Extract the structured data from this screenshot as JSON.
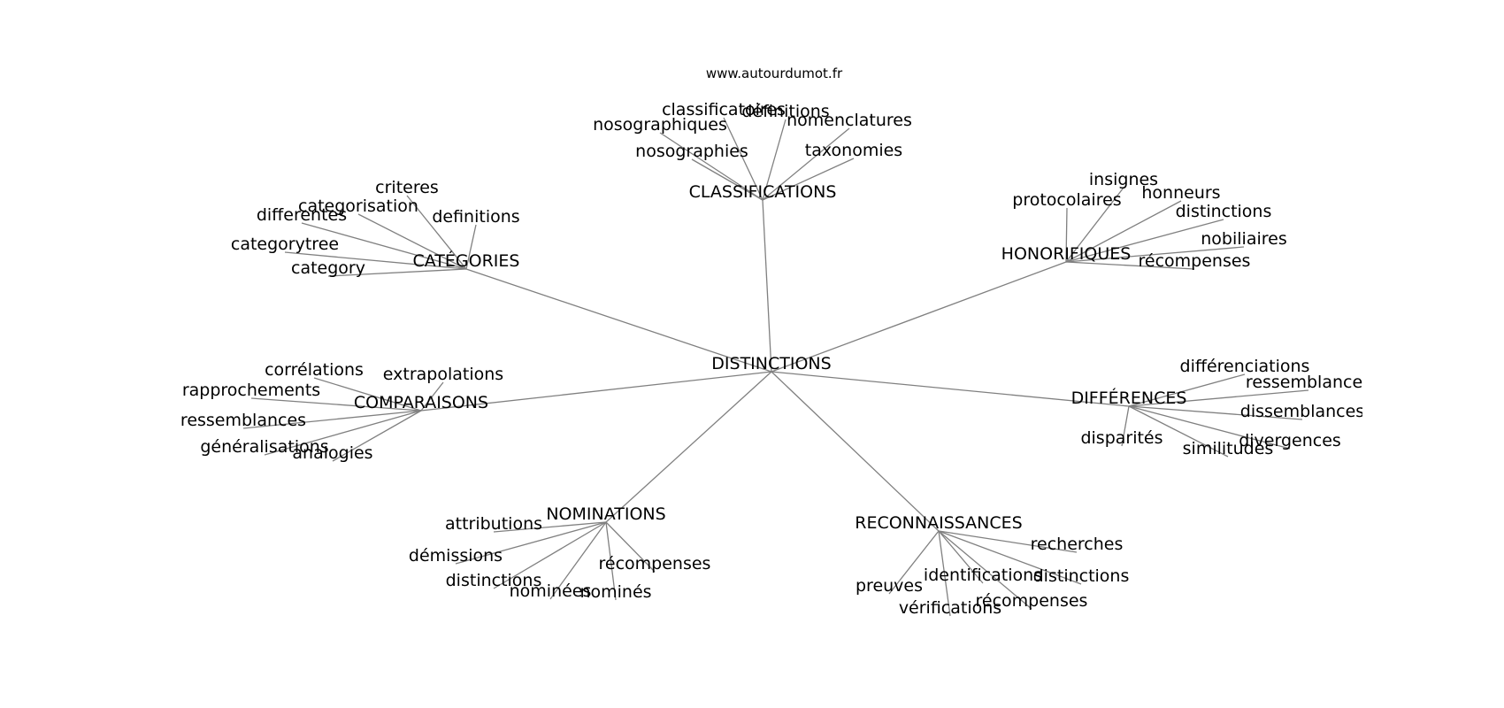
{
  "source": "www.autourdumot.fr",
  "colors": {
    "edge": "#808080",
    "text": "#000000",
    "background": "#ffffff"
  },
  "center": {
    "id": "center",
    "label": "DISTINCTIONS"
  },
  "branches": [
    {
      "id": "categories",
      "label": "CATÉGORIES",
      "leaves": [
        {
          "id": "categories-1",
          "label": "criteres"
        },
        {
          "id": "categories-2",
          "label": "categorisation"
        },
        {
          "id": "categories-3",
          "label": "differentes"
        },
        {
          "id": "categories-4",
          "label": "definitions"
        },
        {
          "id": "categories-5",
          "label": "categorytree"
        },
        {
          "id": "categories-6",
          "label": "category"
        }
      ]
    },
    {
      "id": "classifications",
      "label": "CLASSIFICATIONS",
      "leaves": [
        {
          "id": "classifications-1",
          "label": "classificatoires"
        },
        {
          "id": "classifications-2",
          "label": "définitions"
        },
        {
          "id": "classifications-3",
          "label": "nosographiques"
        },
        {
          "id": "classifications-4",
          "label": "nomenclatures"
        },
        {
          "id": "classifications-5",
          "label": "nosographies"
        },
        {
          "id": "classifications-6",
          "label": "taxonomies"
        }
      ]
    },
    {
      "id": "honorifiques",
      "label": "HONORIFIQUES",
      "leaves": [
        {
          "id": "honorifiques-1",
          "label": "insignes"
        },
        {
          "id": "honorifiques-2",
          "label": "protocolaires"
        },
        {
          "id": "honorifiques-3",
          "label": "honneurs"
        },
        {
          "id": "honorifiques-4",
          "label": "distinctions"
        },
        {
          "id": "honorifiques-5",
          "label": "nobiliaires"
        },
        {
          "id": "honorifiques-6",
          "label": "récompenses"
        }
      ]
    },
    {
      "id": "differences",
      "label": "DIFFÉRENCES",
      "leaves": [
        {
          "id": "differences-1",
          "label": "différenciations"
        },
        {
          "id": "differences-2",
          "label": "ressemblances"
        },
        {
          "id": "differences-3",
          "label": "dissemblances"
        },
        {
          "id": "differences-4",
          "label": "disparités"
        },
        {
          "id": "differences-5",
          "label": "divergences"
        },
        {
          "id": "differences-6",
          "label": "similitudes"
        }
      ]
    },
    {
      "id": "comparaisons",
      "label": "COMPARAISONS",
      "leaves": [
        {
          "id": "comparaisons-1",
          "label": "corrélations"
        },
        {
          "id": "comparaisons-2",
          "label": "extrapolations"
        },
        {
          "id": "comparaisons-3",
          "label": "rapprochements"
        },
        {
          "id": "comparaisons-4",
          "label": "ressemblances"
        },
        {
          "id": "comparaisons-5",
          "label": "généralisations"
        },
        {
          "id": "comparaisons-6",
          "label": "analogies"
        }
      ]
    },
    {
      "id": "nominations",
      "label": "NOMINATIONS",
      "leaves": [
        {
          "id": "nominations-1",
          "label": "attributions"
        },
        {
          "id": "nominations-2",
          "label": "démissions"
        },
        {
          "id": "nominations-3",
          "label": "récompenses"
        },
        {
          "id": "nominations-4",
          "label": "distinctions"
        },
        {
          "id": "nominations-5",
          "label": "nominées"
        },
        {
          "id": "nominations-6",
          "label": "nominés"
        }
      ]
    },
    {
      "id": "reconnaissances",
      "label": "RECONNAISSANCES",
      "leaves": [
        {
          "id": "reconnaissances-1",
          "label": "recherches"
        },
        {
          "id": "reconnaissances-2",
          "label": "preuves"
        },
        {
          "id": "reconnaissances-3",
          "label": "identifications"
        },
        {
          "id": "reconnaissances-4",
          "label": "distinctions"
        },
        {
          "id": "reconnaissances-5",
          "label": "vérifications"
        },
        {
          "id": "reconnaissances-6",
          "label": "récompenses"
        }
      ]
    }
  ]
}
